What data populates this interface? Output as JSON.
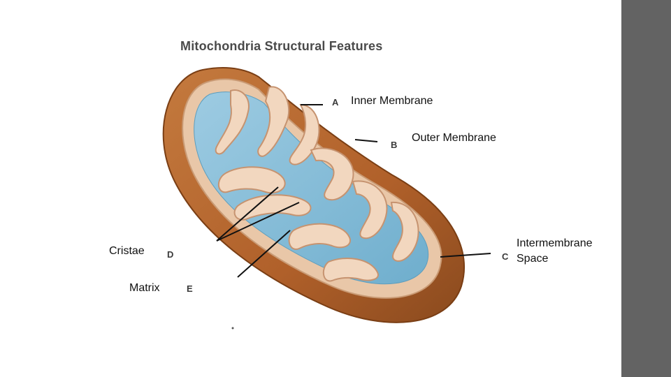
{
  "title": "Mitochondria Structural Features",
  "letters": {
    "a": "A",
    "b": "B",
    "c": "C",
    "d": "D",
    "e": "E"
  },
  "labels": {
    "inner_membrane": "Inner Membrane",
    "outer_membrane": "Outer Membrane",
    "intermembrane_line1": "Intermembrane",
    "intermembrane_line2": "Space",
    "cristae": "Cristae",
    "matrix": "Matrix"
  },
  "colors": {
    "outer_shell": "#b8692e",
    "shell_dark": "#8a4a1e",
    "membrane": "#f0d2b8",
    "matrix": "#8ec3dc",
    "sidebar": "#636363"
  }
}
